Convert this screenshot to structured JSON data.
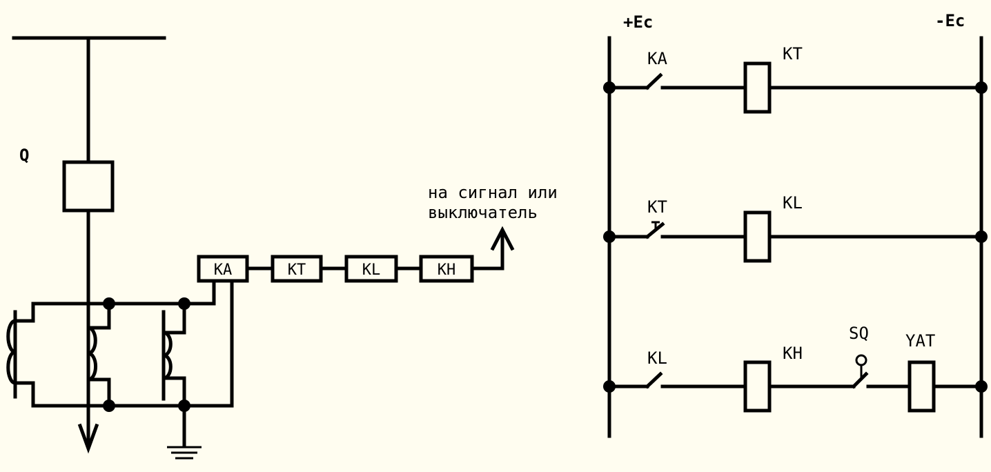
{
  "colors": {
    "background": "#fffdf0",
    "line": "#000000"
  },
  "left": {
    "breaker_label": "Q",
    "relay_chain": [
      "KA",
      "KT",
      "KL",
      "KH"
    ],
    "note_line1": "на сигнал или",
    "note_line2": "выключатель"
  },
  "right": {
    "plus_bus": "+Ec",
    "minus_bus": "-Ec",
    "rung1": {
      "contact": "KA",
      "coil": "KT"
    },
    "rung2": {
      "contact": "KT",
      "coil": "KL"
    },
    "rung3": {
      "contact": "KL",
      "coil": "KH",
      "switch": "SQ",
      "coil2": "YAT"
    }
  }
}
